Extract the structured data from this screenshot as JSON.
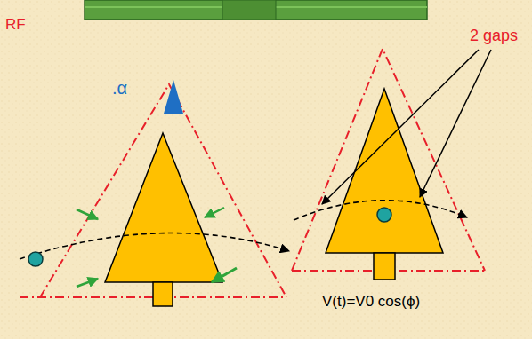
{
  "diagram": {
    "labels": [
      "RF",
      "2 gaps",
      ".α",
      "V(t)=V0 cos(ϕ)"
    ]
  }
}
